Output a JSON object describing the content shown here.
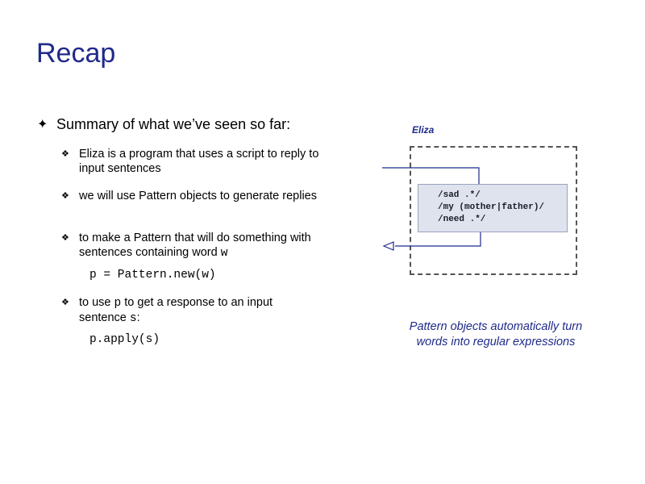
{
  "slide": {
    "title": "Recap"
  },
  "bullets": {
    "summary": {
      "symbol": "✦",
      "text": "Summary of what we’ve seen so far:"
    },
    "sub_symbol": "❖",
    "item1": {
      "text": "Eliza is a program that uses a script to reply to input sentences"
    },
    "item2": {
      "text": "we will use Pattern objects to generate replies"
    },
    "item3": {
      "text_before": "to make a Pattern that will do something with sentences containing word ",
      "code_var": "w",
      "code_line": "p = Pattern.new(w)"
    },
    "item4": {
      "text_to_use": "to use ",
      "code_p": "p",
      "text_after_p": " to get a response to an input sentence ",
      "code_s": "s",
      "text_colon": ":",
      "code_line": "p.apply(s)"
    }
  },
  "diagram": {
    "label": "Eliza",
    "patterns": [
      "/sad .*/",
      "/my (mother|father)/",
      "/need .*/"
    ],
    "line_color": "#1f2a8a"
  },
  "caption": {
    "text": "Pattern objects automatically turn words into regular expressions"
  },
  "colors": {
    "title": "#1f2a8a",
    "caption": "#1f2a8a",
    "pattern_fill": "#dfe3ee"
  }
}
